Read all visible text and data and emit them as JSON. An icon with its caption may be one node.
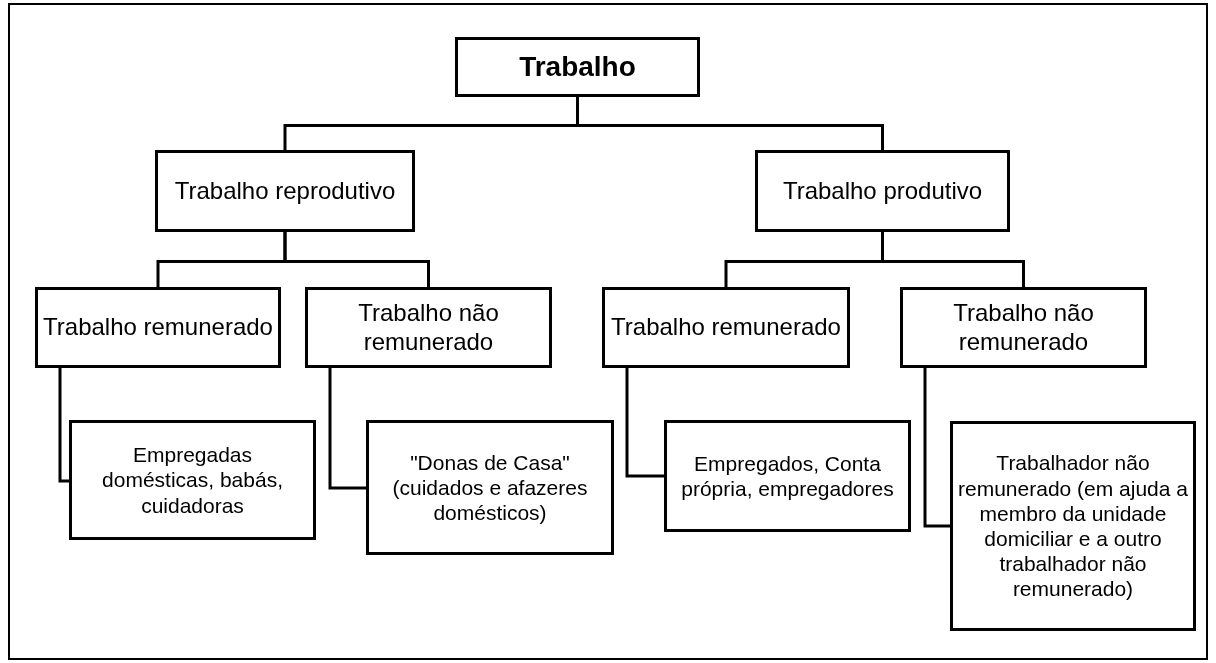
{
  "diagram": {
    "nodes": [
      {
        "text": [
          "Trabalho"
        ]
      },
      {
        "text": [
          "Trabalho reprodutivo"
        ]
      },
      {
        "text": [
          "Trabalho produtivo"
        ]
      },
      {
        "text": [
          "Trabalho remunerado"
        ]
      },
      {
        "text": [
          "Trabalho não remunerado"
        ]
      },
      {
        "text": [
          "Trabalho remunerado"
        ]
      },
      {
        "text": [
          "Trabalho não remunerado"
        ]
      },
      {
        "text": [
          "Empregadas domésticas, babás, cuidadoras"
        ]
      },
      {
        "text": [
          "\"Donas de Casa\" (cuidados e afazeres domésticos)"
        ]
      },
      {
        "text": [
          "Empregados, Conta própria, empregadores"
        ]
      },
      {
        "text": [
          "Trabalhador não remunerado (em ajuda a membro da unidade domiciliar e a outro trabalhador não remunerado)"
        ]
      }
    ],
    "edges": [
      {
        "from": 0,
        "to": 1,
        "arrow": "none"
      },
      {
        "from": 0,
        "to": 2,
        "arrow": "none"
      },
      {
        "from": 1,
        "to": 3,
        "arrow": "none"
      },
      {
        "from": 1,
        "to": 4,
        "arrow": "none"
      },
      {
        "from": 2,
        "to": 5,
        "arrow": "none"
      },
      {
        "from": 2,
        "to": 6,
        "arrow": "none"
      },
      {
        "from": 3,
        "to": 7,
        "arrow": "none"
      },
      {
        "from": 4,
        "to": 8,
        "arrow": "none"
      },
      {
        "from": 5,
        "to": 9,
        "arrow": "none"
      },
      {
        "from": 6,
        "to": 10,
        "arrow": "none"
      }
    ]
  }
}
